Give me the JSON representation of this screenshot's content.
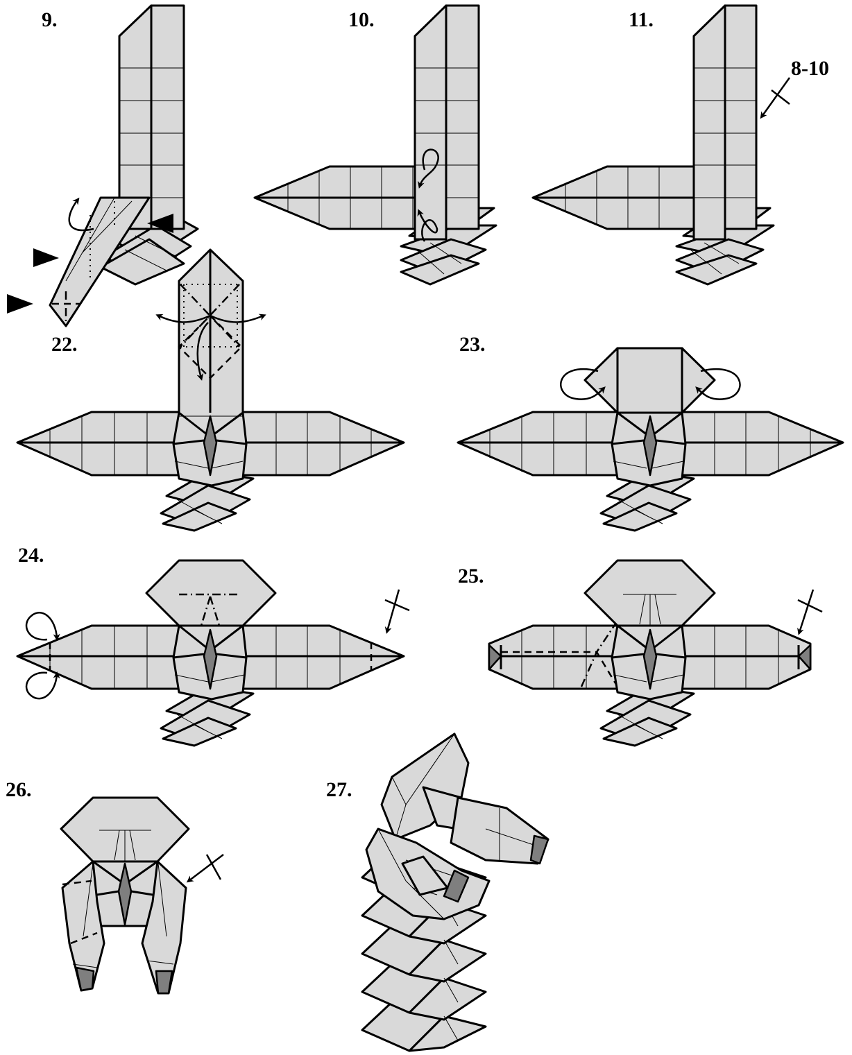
{
  "steps": [
    {
      "id": "9",
      "label": "9."
    },
    {
      "id": "10",
      "label": "10."
    },
    {
      "id": "11",
      "label": "11."
    },
    {
      "id": "22",
      "label": "22."
    },
    {
      "id": "23",
      "label": "23."
    },
    {
      "id": "24",
      "label": "24."
    },
    {
      "id": "25",
      "label": "25."
    },
    {
      "id": "26",
      "label": "26."
    },
    {
      "id": "27",
      "label": "27."
    }
  ],
  "annotations": {
    "repeat_steps": "8-10"
  },
  "icons": {
    "push_arrow": "black-triangle-icon",
    "repeat_arrow": "repeat-behind-arrow-icon",
    "fold_arrow": "curved-arrow-icon"
  },
  "colors": {
    "paper": "#d9d9d9",
    "shadow": "#7f7f7f",
    "line": "#000000",
    "background": "#ffffff"
  }
}
